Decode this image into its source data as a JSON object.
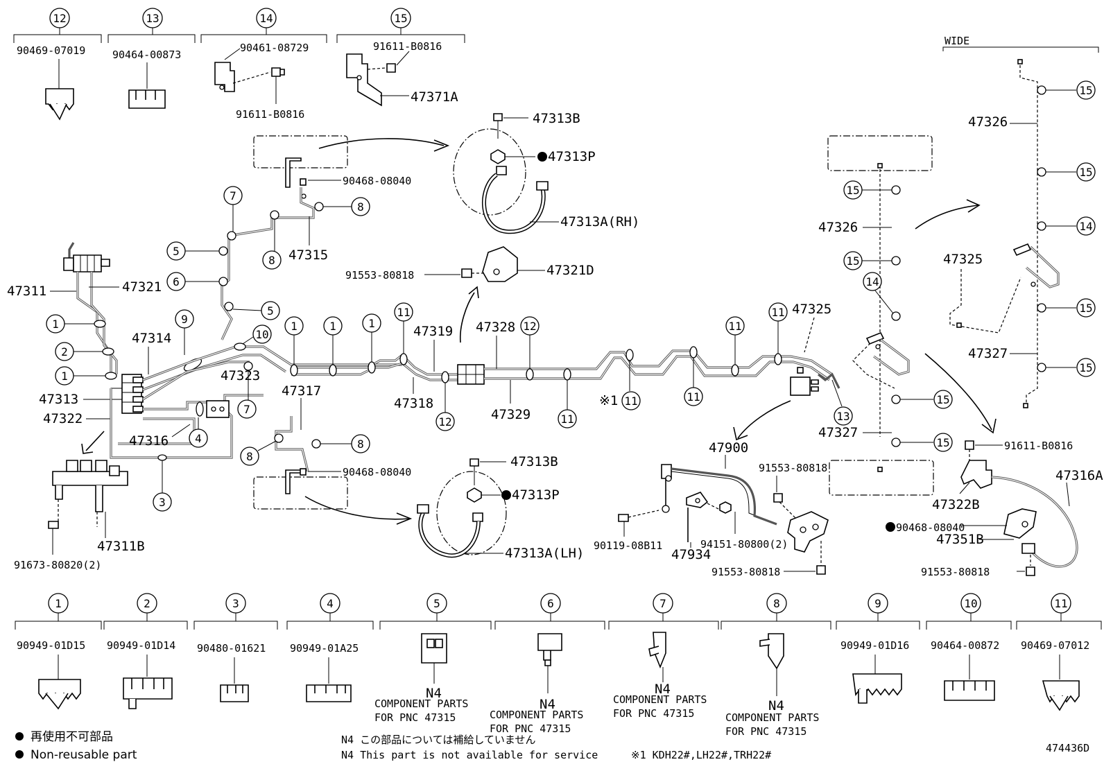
{
  "callouts": {
    "c1": "1",
    "c2": "2",
    "c3": "3",
    "c4": "4",
    "c5": "5",
    "c6": "6",
    "c7": "7",
    "c8": "8",
    "c9": "9",
    "c10": "10",
    "c11": "11",
    "c12": "12",
    "c13": "13",
    "c14": "14",
    "c15": "15"
  },
  "top_clamps": {
    "p12": "90469-07019",
    "p13": "90464-00873",
    "p14": "90461-08729",
    "p14b": "91611-B0816",
    "p15": "91611-B0816",
    "p15b": "47371A"
  },
  "bottom_clamps": {
    "p1": "90949-01D15",
    "p2": "90949-01D14",
    "p3": "90480-01621",
    "p4": "90949-01A25",
    "p9": "90949-01D16",
    "p10": "90464-00872",
    "p11": "90469-07012",
    "n4": "N4",
    "component_line1": "COMPONENT PARTS",
    "component_line2": "FOR PNC 47315"
  },
  "labels": {
    "p47313B": "47313B",
    "p47313P": "47313P",
    "p90468_08040": "90468-08040",
    "p47313A_RH": "47313A(RH)",
    "p47313A_LH": "47313A(LH)",
    "p47315": "47315",
    "p91553_80818": "91553-80818",
    "p47321D": "47321D",
    "p47311": "47311",
    "p47321": "47321",
    "p47314": "47314",
    "p47313": "47313",
    "p47322": "47322",
    "p47323": "47323",
    "p47316": "47316",
    "p47317": "47317",
    "p47319": "47319",
    "p47318": "47318",
    "p47328": "47328",
    "p47329": "47329",
    "p47325": "47325",
    "p47326": "47326",
    "p47327": "47327",
    "p47311B": "47311B",
    "p91673": "91673-80820(2)",
    "p47900": "47900",
    "p90119": "90119-08B11",
    "p94151": "94151-80800(2)",
    "p47934": "47934",
    "p91611": "91611-B0816",
    "p47316A": "47316A",
    "p47322B": "47322B",
    "p90468_b": "90468-08040",
    "p47351B": "47351B",
    "wide": "WIDE",
    "note_x1": "※1"
  },
  "legend": {
    "jp": "再使用不可部品",
    "en": "Non-reusable part",
    "n4_jp": "N4 この部品については補給していません",
    "n4_en": "N4 This part is not available for service",
    "models": "※1 KDH22#,LH22#,TRH22#",
    "code": "474436D"
  }
}
